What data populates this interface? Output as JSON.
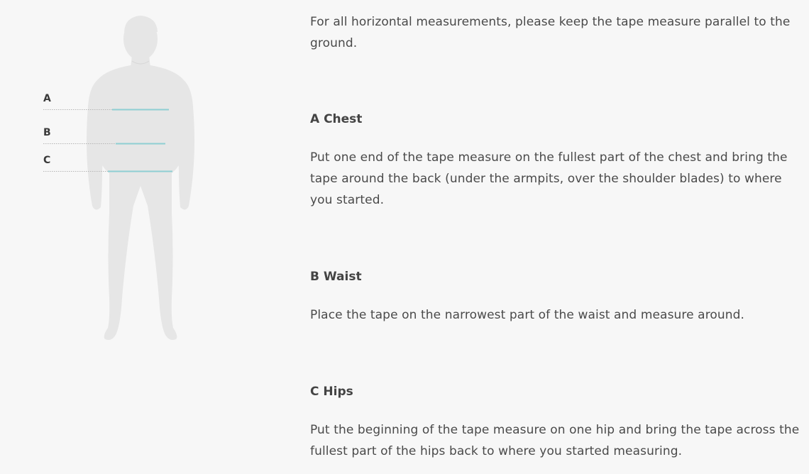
{
  "figure": {
    "markers": [
      {
        "letter": "A"
      },
      {
        "letter": "B"
      },
      {
        "letter": "C"
      }
    ],
    "colors": {
      "silhouette": "#e6e6e6",
      "measure_line": "#8ecfd3",
      "dotted_line": "#b5b5b5"
    }
  },
  "intro_text": "For all horizontal measurements, please keep the tape measure parallel to the ground.",
  "sections": [
    {
      "title": "A Chest",
      "text": "Put one end of the tape measure on the fullest part of the chest and bring the tape around the back (under the armpits, over the shoulder blades) to where you started."
    },
    {
      "title": "B Waist",
      "text": "Place the tape on the narrowest part of the waist and measure around."
    },
    {
      "title": "C Hips",
      "text": "Put the beginning of the tape measure on one hip and bring the tape across the fullest part of the hips back to where you started measuring."
    }
  ]
}
